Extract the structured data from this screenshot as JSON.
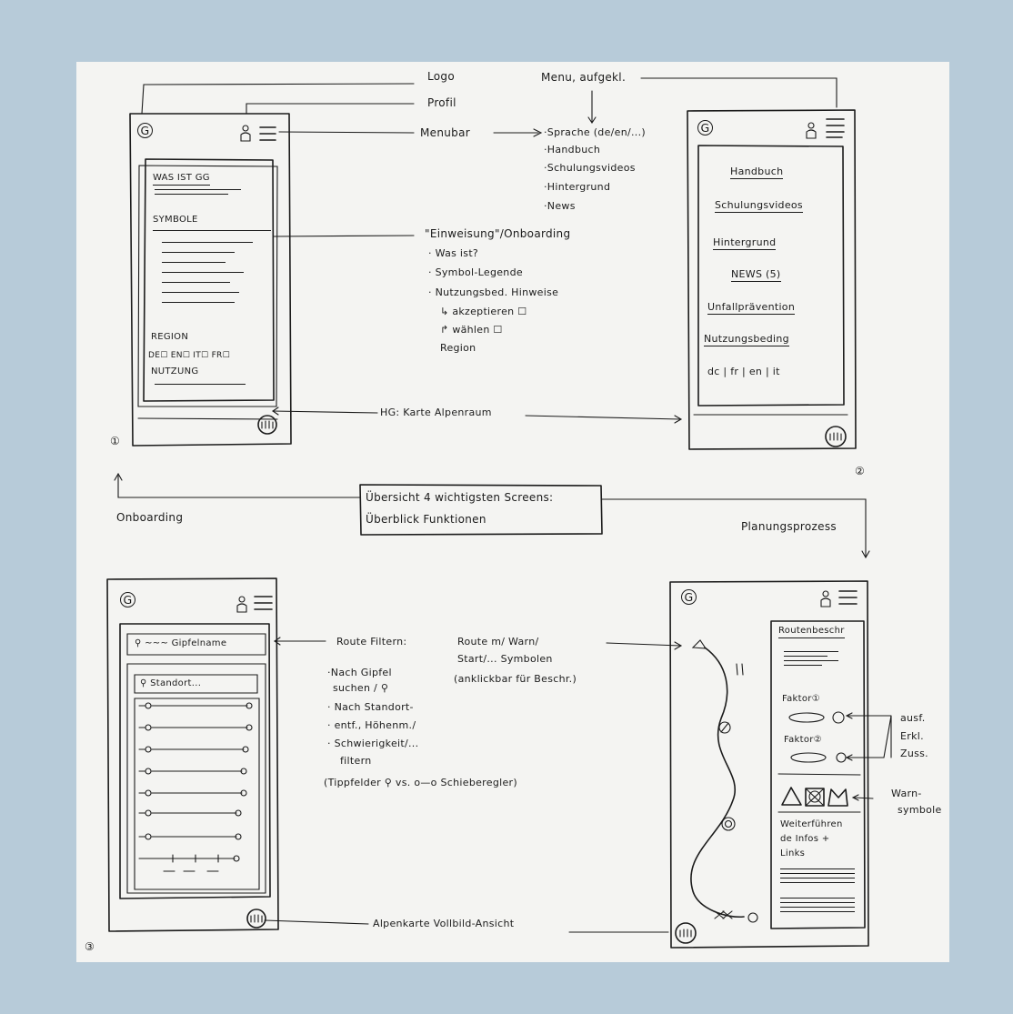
{
  "annotations": {
    "logo": "Logo",
    "profil": "Profil",
    "menu_aufgekl": "Menu, aufgekl.",
    "menubar": "Menubar",
    "menu_items": [
      "·Sprache (de/en/...)",
      "·Handbuch",
      "·Schulungsvideos",
      "·Hintergrund",
      "·News"
    ],
    "einweisung": "\"Einweisung\"/Onboarding",
    "einweisung_items": [
      "· Was ist?",
      "· Symbol-Legende",
      "· Nutzungsbed. Hinweise",
      "↳ akzeptieren ☐",
      "↱ wählen ☐",
      "Region"
    ],
    "hg_karte": "HG: Karte Alpenraum",
    "onboarding": "Onboarding",
    "planungsprozess": "Planungsprozess",
    "route_filtern": "Route Filtern:",
    "filter_items": [
      "·Nach Gipfel",
      "suchen / ⚲",
      "· Nach Standort-",
      "· entf., Höhenm./",
      "· Schwierigkeit/...",
      "filtern"
    ],
    "tippfelder": "(Tippfelder ⚲ vs. o—o Schieberegler)",
    "route_symbole": [
      "Route m/ Warn/",
      "Start/... Symbolen",
      "(anklickbar für Beschr.)"
    ],
    "ausf": [
      "ausf.",
      "Erkl.",
      "Zuss."
    ],
    "warnsymbole": [
      "Warn-",
      "symbole"
    ],
    "alpenkarte": "Alpenkarte Vollbild-Ansicht"
  },
  "center_box": {
    "line1": "Übersicht 4 wichtigsten Screens:",
    "line2": "Überblick Funktionen"
  },
  "screen1": {
    "logo_letter": "G",
    "section_was": "WAS IST GG",
    "section_symbole": "SYMBOLE",
    "section_region": "REGION",
    "region_options": "DE☐ EN☐ IT☐ FR☐",
    "section_nutzung": "NUTZUNG",
    "number": "①"
  },
  "screen2": {
    "logo_letter": "G",
    "menu_items": [
      "Handbuch",
      "Schulungsvideos",
      "Hintergrund",
      "NEWS (5)",
      "Unfallprävention",
      "Nutzungsbeding"
    ],
    "languages": "dc | fr | en | it",
    "number": "②"
  },
  "screen3": {
    "logo_letter": "G",
    "search_placeholder": "⚲ ~~~ Gipfelname",
    "standort": "⚲ Standort...",
    "number": "③"
  },
  "screen4": {
    "logo_letter": "G",
    "routenbeschr": "Routenbeschr",
    "faktor1": "Faktor①",
    "faktor2": "Faktor②",
    "weiterfuhrende": [
      "Weiterführen",
      "de Infos +",
      "Links"
    ]
  },
  "colors": {
    "background": "#b7cbd9",
    "paper": "#f4f4f2",
    "ink": "#1b1b1b"
  },
  "icons": [
    "logo-icon",
    "profile-icon",
    "menu-icon",
    "map-icon",
    "search-icon",
    "warning-icon"
  ]
}
